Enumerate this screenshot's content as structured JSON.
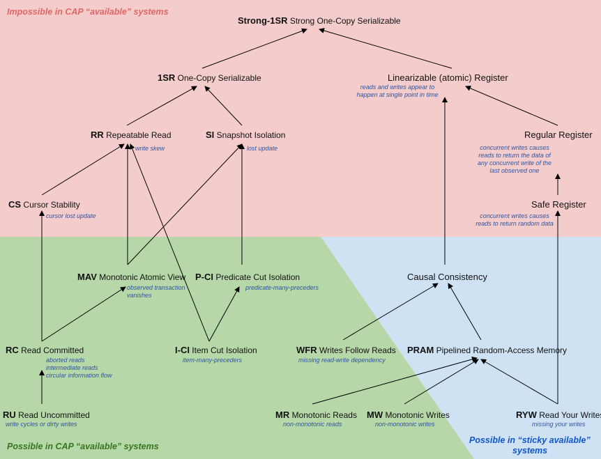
{
  "colors": {
    "impossible_bg": "#f4cccc",
    "possible_bg": "#b6d7a8",
    "sticky_bg": "#cfe2f3",
    "impossible_text": "#e06666",
    "possible_text": "#38761d",
    "sticky_text": "#1155cc",
    "note_text": "#2f55a0"
  },
  "regions": {
    "impossible": "Impossible in CAP “available” systems",
    "possible": "Possible in CAP “available” systems",
    "sticky_line1": "Possible in “sticky available”",
    "sticky_line2": "systems"
  },
  "nodes": {
    "strong1sr": {
      "abbr": "Strong-1SR",
      "name": "Strong One-Copy Serializable"
    },
    "onesr": {
      "abbr": "1SR",
      "name": "One-Copy Serializable"
    },
    "linreg": {
      "abbr": "",
      "name": "Linearizable (atomic) Register",
      "note_l1": "reads and writes appear to",
      "note_l2": "happen at single point in time"
    },
    "rr": {
      "abbr": "RR",
      "name": "Repeatable Read",
      "note": "write skew"
    },
    "si": {
      "abbr": "SI",
      "name": "Snapshot Isolation",
      "note": "lost update"
    },
    "regreg": {
      "abbr": "",
      "name": "Regular Register",
      "note_l1": "concurrent writes causes",
      "note_l2": "reads to return the data of",
      "note_l3": "any concurrent write of the",
      "note_l4": "last observed one"
    },
    "cs": {
      "abbr": "CS",
      "name": "Cursor Stability",
      "note": "cursor lost update"
    },
    "safereg": {
      "abbr": "",
      "name": "Safe Register",
      "note_l1": "concurrent writes causes",
      "note_l2": "reads to return random data"
    },
    "mav": {
      "abbr": "MAV",
      "name": "Monotonic Atomic View",
      "note_l1": "observed transaction",
      "note_l2": "vanishes"
    },
    "pci": {
      "abbr": "P-CI",
      "name": "Predicate Cut Isolation",
      "note": "predicate-many-preceders"
    },
    "causal": {
      "abbr": "",
      "name": "Causal Consistency"
    },
    "rc": {
      "abbr": "RC",
      "name": "Read Committed",
      "note_l1": "aborted reads",
      "note_l2": "intermediate reads",
      "note_l3": "circular information flow"
    },
    "ici": {
      "abbr": "I-CI",
      "name": "Item Cut Isolation",
      "note": "item-many-preceders"
    },
    "wfr": {
      "abbr": "WFR",
      "name": "Writes Follow Reads",
      "note": "missing read-write dependency"
    },
    "pram": {
      "abbr": "PRAM",
      "name": "Pipelined Random-Access Memory"
    },
    "ru": {
      "abbr": "RU",
      "name": "Read Uncommitted",
      "note": "write cycles or dirty writes"
    },
    "mr": {
      "abbr": "MR",
      "name": "Monotonic Reads",
      "note": "non-monotonic reads"
    },
    "mw": {
      "abbr": "MW",
      "name": "Monotonic Writes",
      "note": "non-monotonic writes"
    },
    "ryw": {
      "abbr": "RYW",
      "name": "Read Your Writes",
      "note": "missing your writes"
    }
  }
}
